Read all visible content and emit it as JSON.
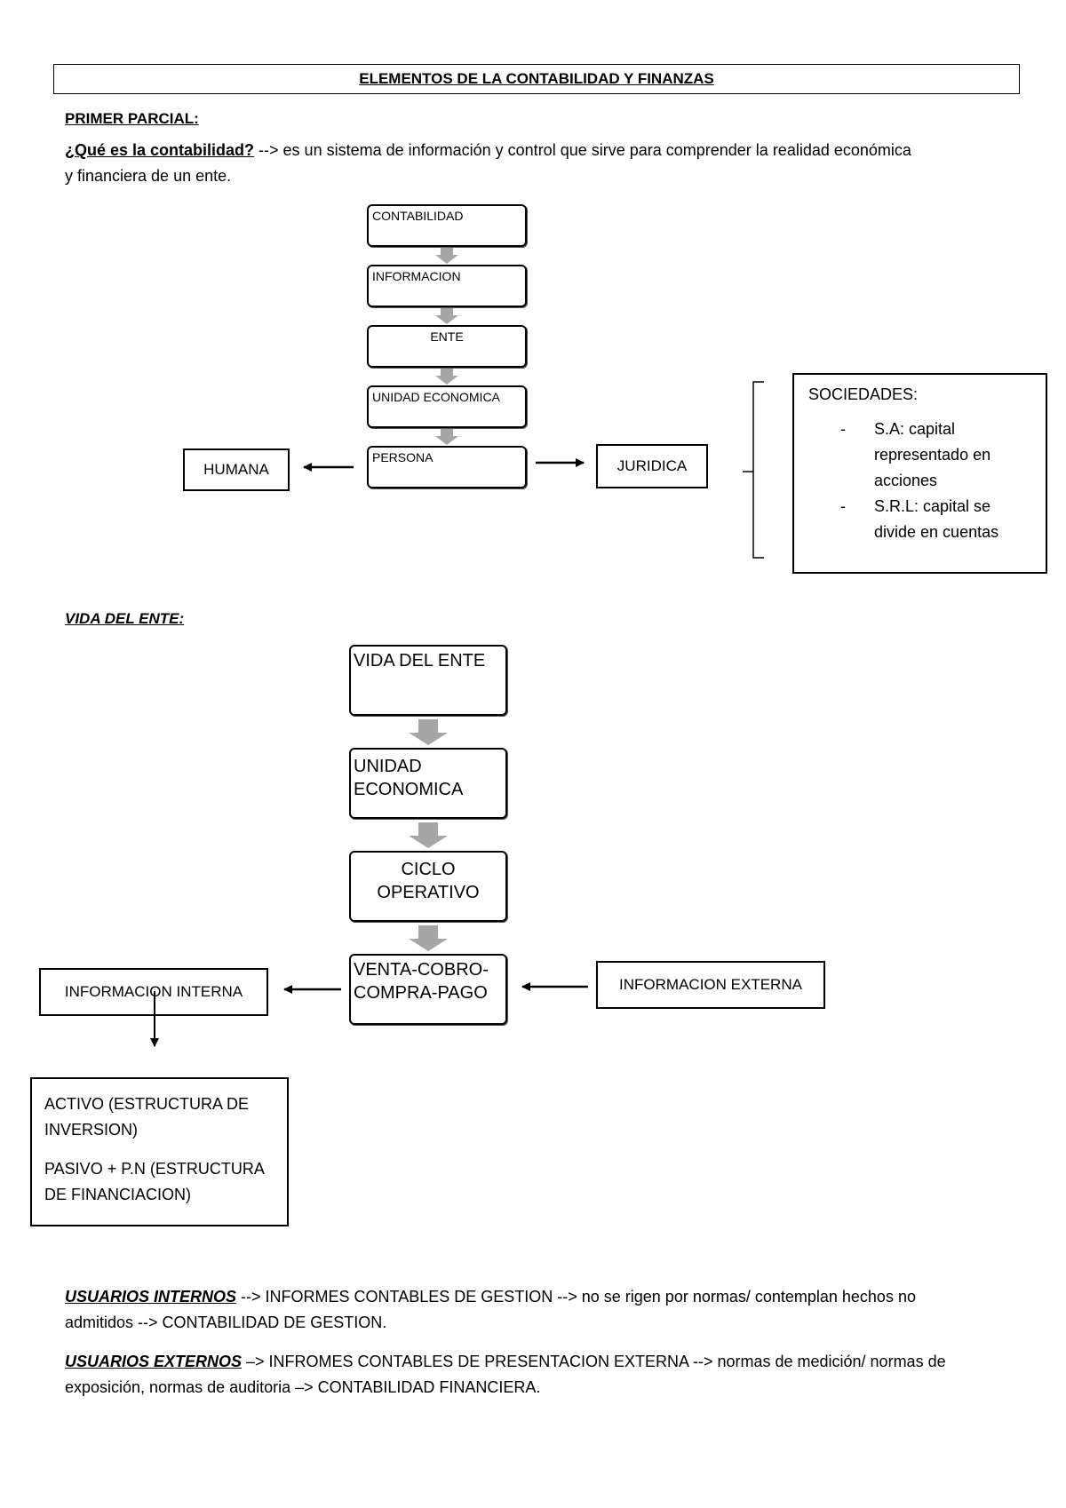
{
  "title": "ELEMENTOS DE LA CONTABILIDAD Y FINANZAS",
  "primer_parcial": "PRIMER PARCIAL:",
  "definition": {
    "question": "¿Qué es la contabilidad?",
    "line1": " --> es un sistema de información y control que sirve para comprender la realidad económica",
    "line2": "y financiera de un ente."
  },
  "flow1": {
    "steps": [
      "CONTABILIDAD",
      "INFORMACION",
      "ENTE",
      "UNIDAD ECONOMICA",
      "PERSONA"
    ],
    "left": "HUMANA",
    "right": "JURIDICA"
  },
  "sociedades": {
    "heading": "SOCIEDADES:",
    "items": [
      {
        "dash": "-",
        "line1": "S.A: capital",
        "line2": "representado en",
        "line3": "acciones"
      },
      {
        "dash": "-",
        "line1": "S.R.L: capital se",
        "line2": "divide en cuentas"
      }
    ]
  },
  "vida_heading": "VIDA DEL ENTE:",
  "flow2": {
    "steps": [
      {
        "line1": "VIDA DEL ENTE",
        "line2": ""
      },
      {
        "line1": "UNIDAD",
        "line2": "ECONOMICA"
      },
      {
        "line1": "CICLO",
        "line2": "OPERATIVO"
      },
      {
        "line1": "VENTA-COBRO-",
        "line2": "COMPRA-PAGO"
      }
    ],
    "info_interna": "INFORMACION INTERNA",
    "info_externa": "INFORMACION EXTERNA",
    "estructura": {
      "activo1": "ACTIVO (ESTRUCTURA DE",
      "activo2": "INVERSION)",
      "pasivo1": "PASIVO + P.N (ESTRUCTURA",
      "pasivo2": "DE FINANCIACION)"
    }
  },
  "usuarios_internos": {
    "label": "USUARIOS INTERNOS",
    "line1": " --> INFORMES CONTABLES DE GESTION --> no se rigen por normas/ contemplan hechos no",
    "line2": "admitidos --> CONTABILIDAD DE GESTION."
  },
  "usuarios_externos": {
    "label": "USUARIOS EXTERNOS",
    "line1": " –> INFROMES CONTABLES DE PRESENTACION EXTERNA --> normas de medición/ normas de",
    "line2": "exposición, normas de auditoria –> CONTABILIDAD FINANCIERA."
  },
  "colors": {
    "arrow_gray": "#a6a6a6",
    "ink": "#000000"
  }
}
